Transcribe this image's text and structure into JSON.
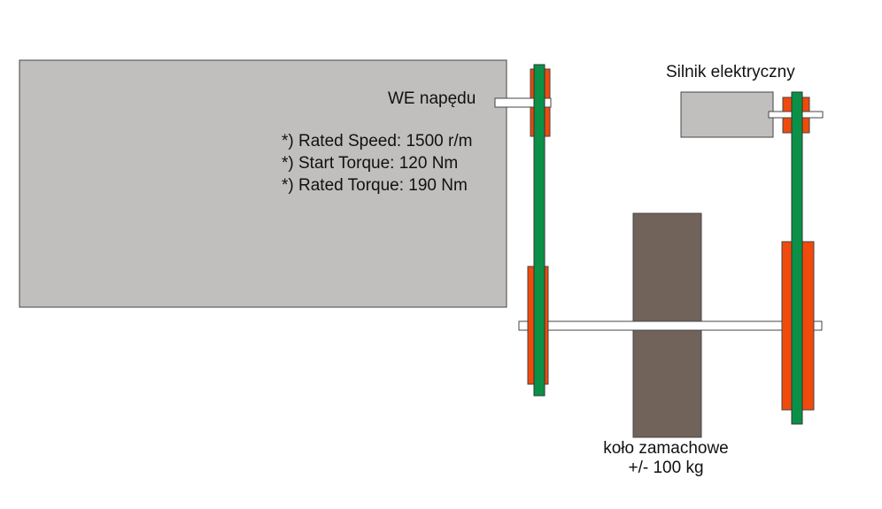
{
  "labels": {
    "drive_input": "WE napędu",
    "electric_motor": "Silnik elektryczny",
    "flywheel_name": "koło zamachowe",
    "flywheel_mass": "+/- 100 kg"
  },
  "specs": [
    "*) Rated Speed: 1500 r/m",
    "*) Start Torque: 120 Nm",
    "*) Rated Torque: 190 Nm"
  ],
  "colors": {
    "gearbox": "#c0bfbe",
    "motor": "#c0bfbe",
    "pulley": "#f04a0c",
    "belt": "#0a9147",
    "flywheel": "#71635a",
    "shaft": "#ffffff",
    "outline": "#444444"
  }
}
